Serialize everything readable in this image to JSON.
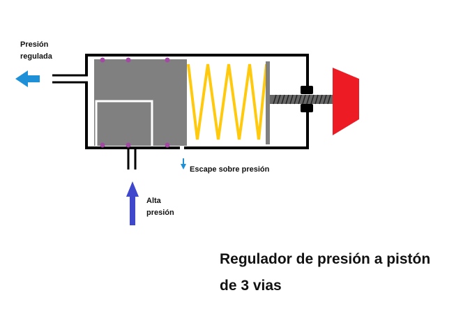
{
  "labels": {
    "regulated_pressure_line1": "Presión",
    "regulated_pressure_line2": "regulada",
    "overpressure_exhaust": "Escape sobre presión",
    "high_pressure_line1": "Alta",
    "high_pressure_line2": "presión"
  },
  "title": {
    "line1": "Regulador de presión a pistón",
    "line2": "de 3 vias"
  },
  "colors": {
    "housing": "#000000",
    "piston": "#808080",
    "spring": "#ffc90e",
    "knob": "#ed1c24",
    "seal_dots": "#a349a4",
    "outlet_arrow": "#1e90d8",
    "inlet_arrow": "#3f48cc",
    "screw": "#666666"
  },
  "icons": {
    "outlet_arrow": "arrow-left-icon",
    "inlet_arrow": "arrow-up-icon",
    "exhaust_arrow": "arrow-down-icon"
  }
}
